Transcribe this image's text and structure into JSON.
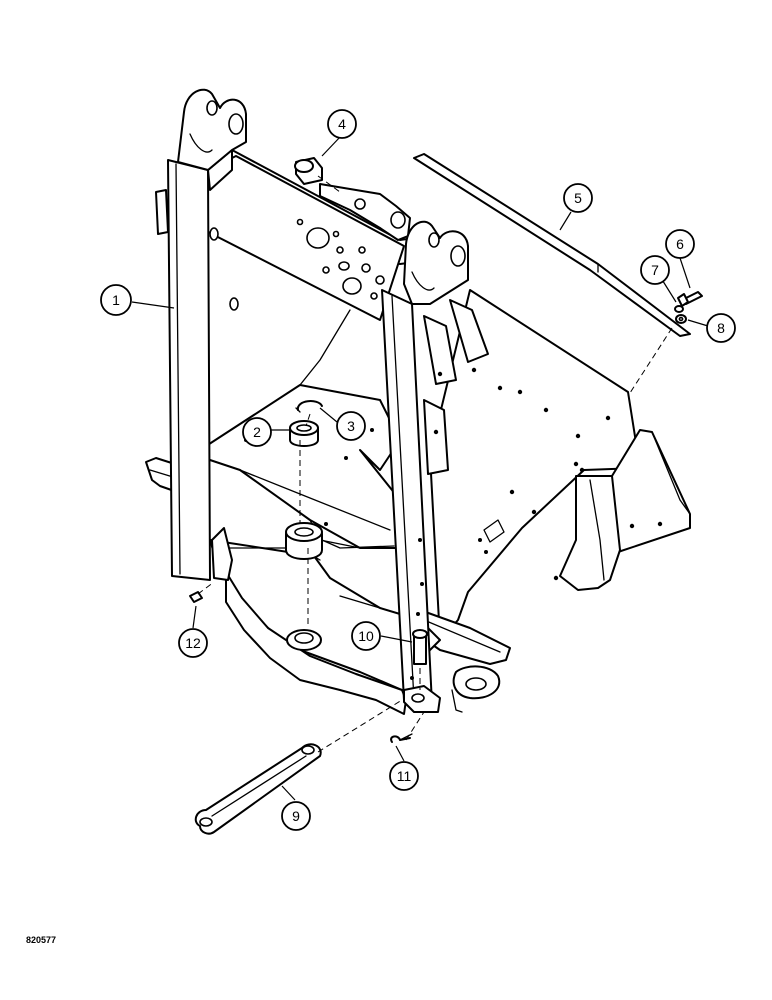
{
  "drawing_number": "820577",
  "callouts": [
    {
      "id": "c1",
      "label": "1"
    },
    {
      "id": "c2",
      "label": "2"
    },
    {
      "id": "c3",
      "label": "3"
    },
    {
      "id": "c4",
      "label": "4"
    },
    {
      "id": "c5",
      "label": "5"
    },
    {
      "id": "c6",
      "label": "6"
    },
    {
      "id": "c7",
      "label": "7"
    },
    {
      "id": "c8",
      "label": "8"
    },
    {
      "id": "c9",
      "label": "9"
    },
    {
      "id": "c10",
      "label": "10"
    },
    {
      "id": "c11",
      "label": "11"
    },
    {
      "id": "c12",
      "label": "12"
    }
  ]
}
